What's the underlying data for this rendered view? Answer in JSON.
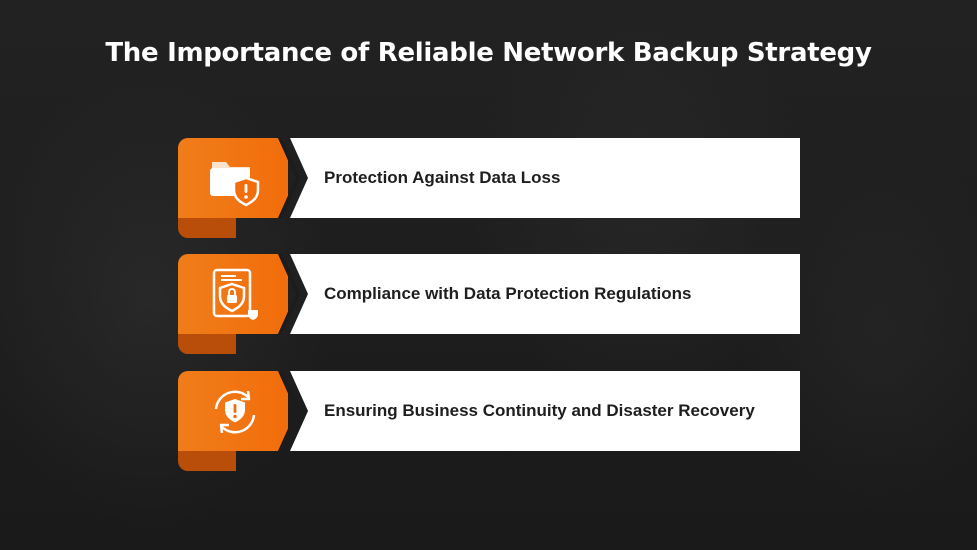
{
  "title": "The Importance of Reliable Network Backup Strategy",
  "items": [
    {
      "label": "Protection Against Data Loss",
      "icon": "folder-shield-icon"
    },
    {
      "label": "Compliance with Data Protection Regulations",
      "icon": "document-lock-shield-icon"
    },
    {
      "label": "Ensuring Business Continuity and Disaster Recovery",
      "icon": "shield-recovery-arrows-icon"
    }
  ],
  "colors": {
    "accent": "#f26d0b",
    "accent_dark": "#b94e0a",
    "background": "#1f1f1f",
    "panel": "#ffffff",
    "text_dark": "#1e1e1e",
    "title_text": "#ffffff"
  }
}
